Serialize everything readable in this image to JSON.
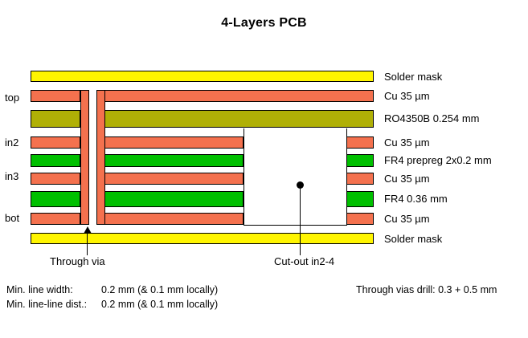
{
  "title": "4-Layers PCB",
  "colors": {
    "copper": "#F4714E",
    "solder_mask": "#FFF500",
    "ro4350b": "#B0B006",
    "fr4": "#00C000",
    "outline": "#000000",
    "background": "#FFFFFF"
  },
  "layer_names": [
    {
      "id": "top",
      "label": "top"
    },
    {
      "id": "in2",
      "label": "in2"
    },
    {
      "id": "in3",
      "label": "in3"
    },
    {
      "id": "bot",
      "label": "bot"
    }
  ],
  "stackup": [
    {
      "id": "soldermask-top",
      "label": "Solder mask",
      "material": "solder-mask"
    },
    {
      "id": "cu-top",
      "label": "Cu 35 µm",
      "material": "copper"
    },
    {
      "id": "core-ro4350b",
      "label": "RO4350B 0.254 mm",
      "material": "ro4350b"
    },
    {
      "id": "cu-in2",
      "label": "Cu 35 µm",
      "material": "copper"
    },
    {
      "id": "prepreg-fr4",
      "label": "FR4  prepreg 2x0.2 mm",
      "material": "fr4"
    },
    {
      "id": "cu-in3",
      "label": "Cu 35 µm",
      "material": "copper"
    },
    {
      "id": "core-fr4",
      "label": "FR4 0.36 mm",
      "material": "fr4"
    },
    {
      "id": "cu-bot",
      "label": "Cu 35 µm",
      "material": "copper"
    },
    {
      "id": "soldermask-bot",
      "label": "Solder mask",
      "material": "solder-mask"
    }
  ],
  "callouts": {
    "through_via": "Through via",
    "cutout": "Cut-out in2-4"
  },
  "specs": {
    "min_line_width_key": "Min. line width:",
    "min_line_width_value": "0.2 mm (& 0.1 mm locally)",
    "min_line_dist_key": "Min. line-line dist.:",
    "min_line_dist_value": "0.2 mm (& 0.1 mm locally)",
    "through_vias_drill": "Through vias drill:  0.3 + 0.5 mm"
  }
}
